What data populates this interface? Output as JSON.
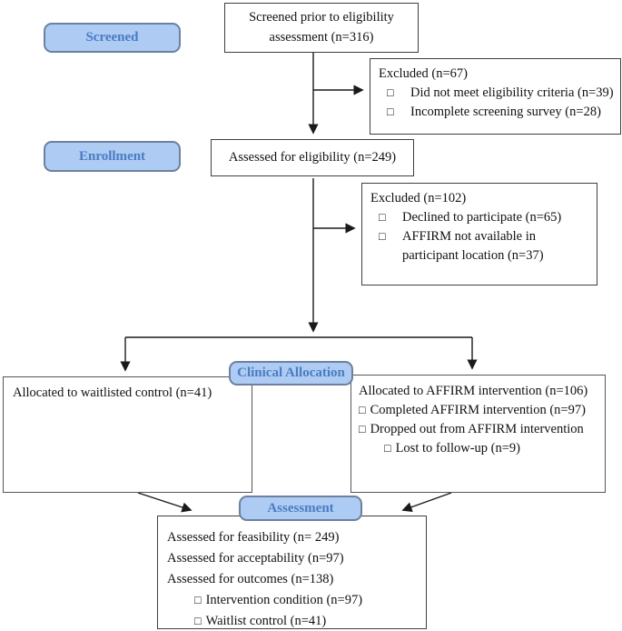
{
  "stages": {
    "screened": "Screened",
    "enrollment": "Enrollment",
    "clinical_allocation": "Clinical Allocation",
    "assessment": "Assessment"
  },
  "glyphs": {
    "checkbox": "□"
  },
  "colors": {
    "stage_fill": "#aecbf3",
    "stage_border": "#6c809f",
    "stage_text": "#4a7cc2",
    "box_border": "#3f3f3f",
    "arrow": "#1a1a1a"
  },
  "flow": {
    "screened_prior": {
      "text": "Screened prior to eligibility assessment (n=316)"
    },
    "excluded_screening": {
      "title": "Excluded (n=67)",
      "items": [
        "Did not meet eligibility criteria (n=39)",
        "Incomplete screening survey (n=28)"
      ]
    },
    "assessed_eligibility": {
      "text": "Assessed for eligibility (n=249)"
    },
    "excluded_enrollment": {
      "title": "Excluded (n=102)",
      "items": [
        "Declined to participate (n=65)",
        "AFFIRM not available in participant location (n=37)"
      ]
    },
    "waitlist_control": {
      "text": "Allocated to waitlisted control (n=41)"
    },
    "affirm_intervention": {
      "title": "Allocated to AFFIRM intervention (n=106)",
      "items": [
        "Completed AFFIRM intervention (n=97)",
        "Dropped out from AFFIRM intervention"
      ],
      "subitems": [
        "Lost to follow-up (n=9)"
      ]
    },
    "assessment_outcomes": {
      "lines": [
        "Assessed for feasibility (n= 249)",
        "Assessed for acceptability (n=97)",
        "Assessed for outcomes (n=138)"
      ],
      "items": [
        "Intervention condition (n=97)",
        "Waitlist control (n=41)"
      ]
    }
  }
}
